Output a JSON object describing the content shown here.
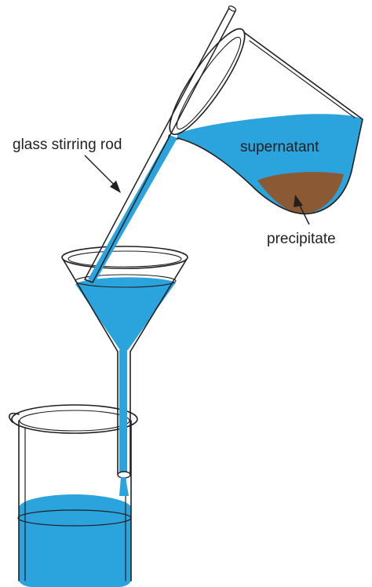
{
  "labels": {
    "stirring_rod": "glass stirring rod",
    "supernatant": "supernatant",
    "precipitate": "precipitate"
  },
  "colors": {
    "liquid": "#2ba3dc",
    "precipitate": "#8b5a34",
    "outline": "#231f20",
    "background": "#ffffff"
  }
}
